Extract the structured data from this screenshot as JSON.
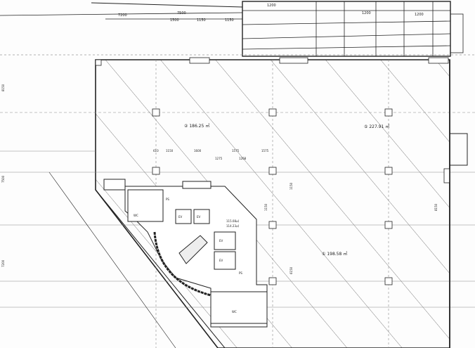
{
  "plan": {
    "areas": [
      {
        "id": "②",
        "value": "186.25 ㎡"
      },
      {
        "id": "⑤",
        "value": "227.91 ㎡"
      },
      {
        "id": "①",
        "value": "198.58 ㎡"
      }
    ],
    "core_area": "115.08㎡",
    "core_area_2": "114.23㎡",
    "top_dimensions": [
      "7200",
      "7500",
      "1500",
      "1150",
      "1150",
      "1200",
      "1200",
      "1200"
    ],
    "mid_dimensions": [
      "610",
      "1150",
      "1600",
      "1575",
      "1575",
      "1275",
      "1268"
    ],
    "side_dimensions": [
      "8150",
      "7500",
      "7200",
      "8150",
      "1150",
      "6150",
      "1150"
    ],
    "room_labels": [
      "EV",
      "EV",
      "EV",
      "EV",
      "WC",
      "WC",
      "PS",
      "PS"
    ]
  },
  "colors": {
    "line": "#222222",
    "paper": "#fdfdfd",
    "hatch": "#555555"
  }
}
